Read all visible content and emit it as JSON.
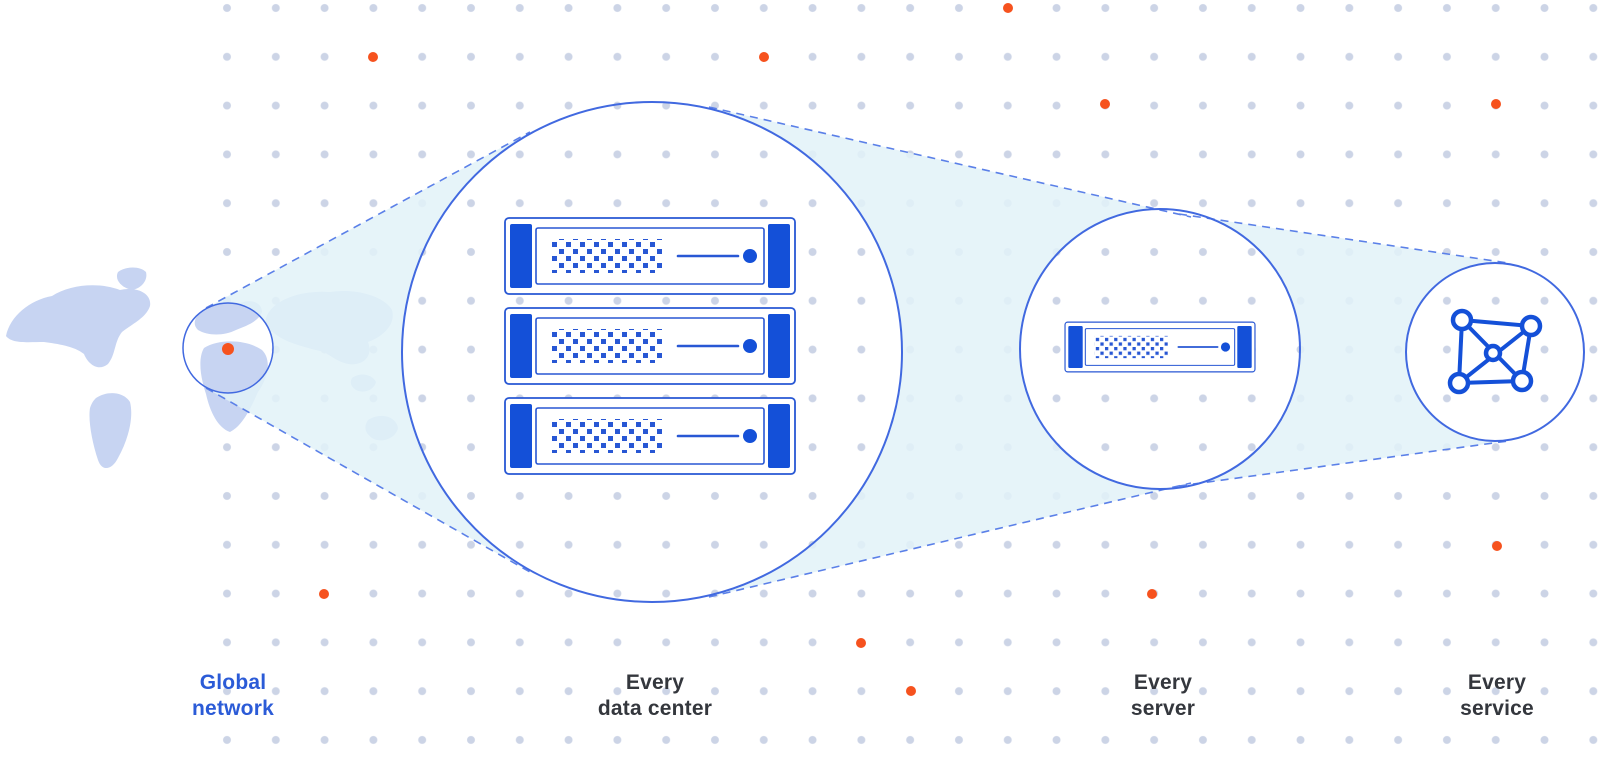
{
  "diagram": {
    "type": "zoom-progression",
    "stages": [
      {
        "id": "global-network",
        "icon": "world-map-location-icon",
        "label_line1": "Global",
        "label_line2": "network"
      },
      {
        "id": "every-data-center",
        "icon": "server-stack-icon",
        "label_line1": "Every",
        "label_line2": "data center"
      },
      {
        "id": "every-server",
        "icon": "server-icon",
        "label_line1": "Every",
        "label_line2": "server"
      },
      {
        "id": "every-service",
        "icon": "network-mesh-icon",
        "label_line1": "Every",
        "label_line2": "service"
      }
    ]
  },
  "colors": {
    "background": "#ffffff",
    "circle_blue": "#4169e0",
    "dash_blue": "#5b80e8",
    "server_stroke": "#2857d4",
    "server_solid": "#1450d8",
    "beam_fill": "#e2f2f8",
    "map_fill": "#c7d4f2",
    "grid_dot": "#ccd4e6",
    "orange": "#f6521e",
    "label_dark": "#34373d",
    "label_blue": "#2b5bd7"
  }
}
